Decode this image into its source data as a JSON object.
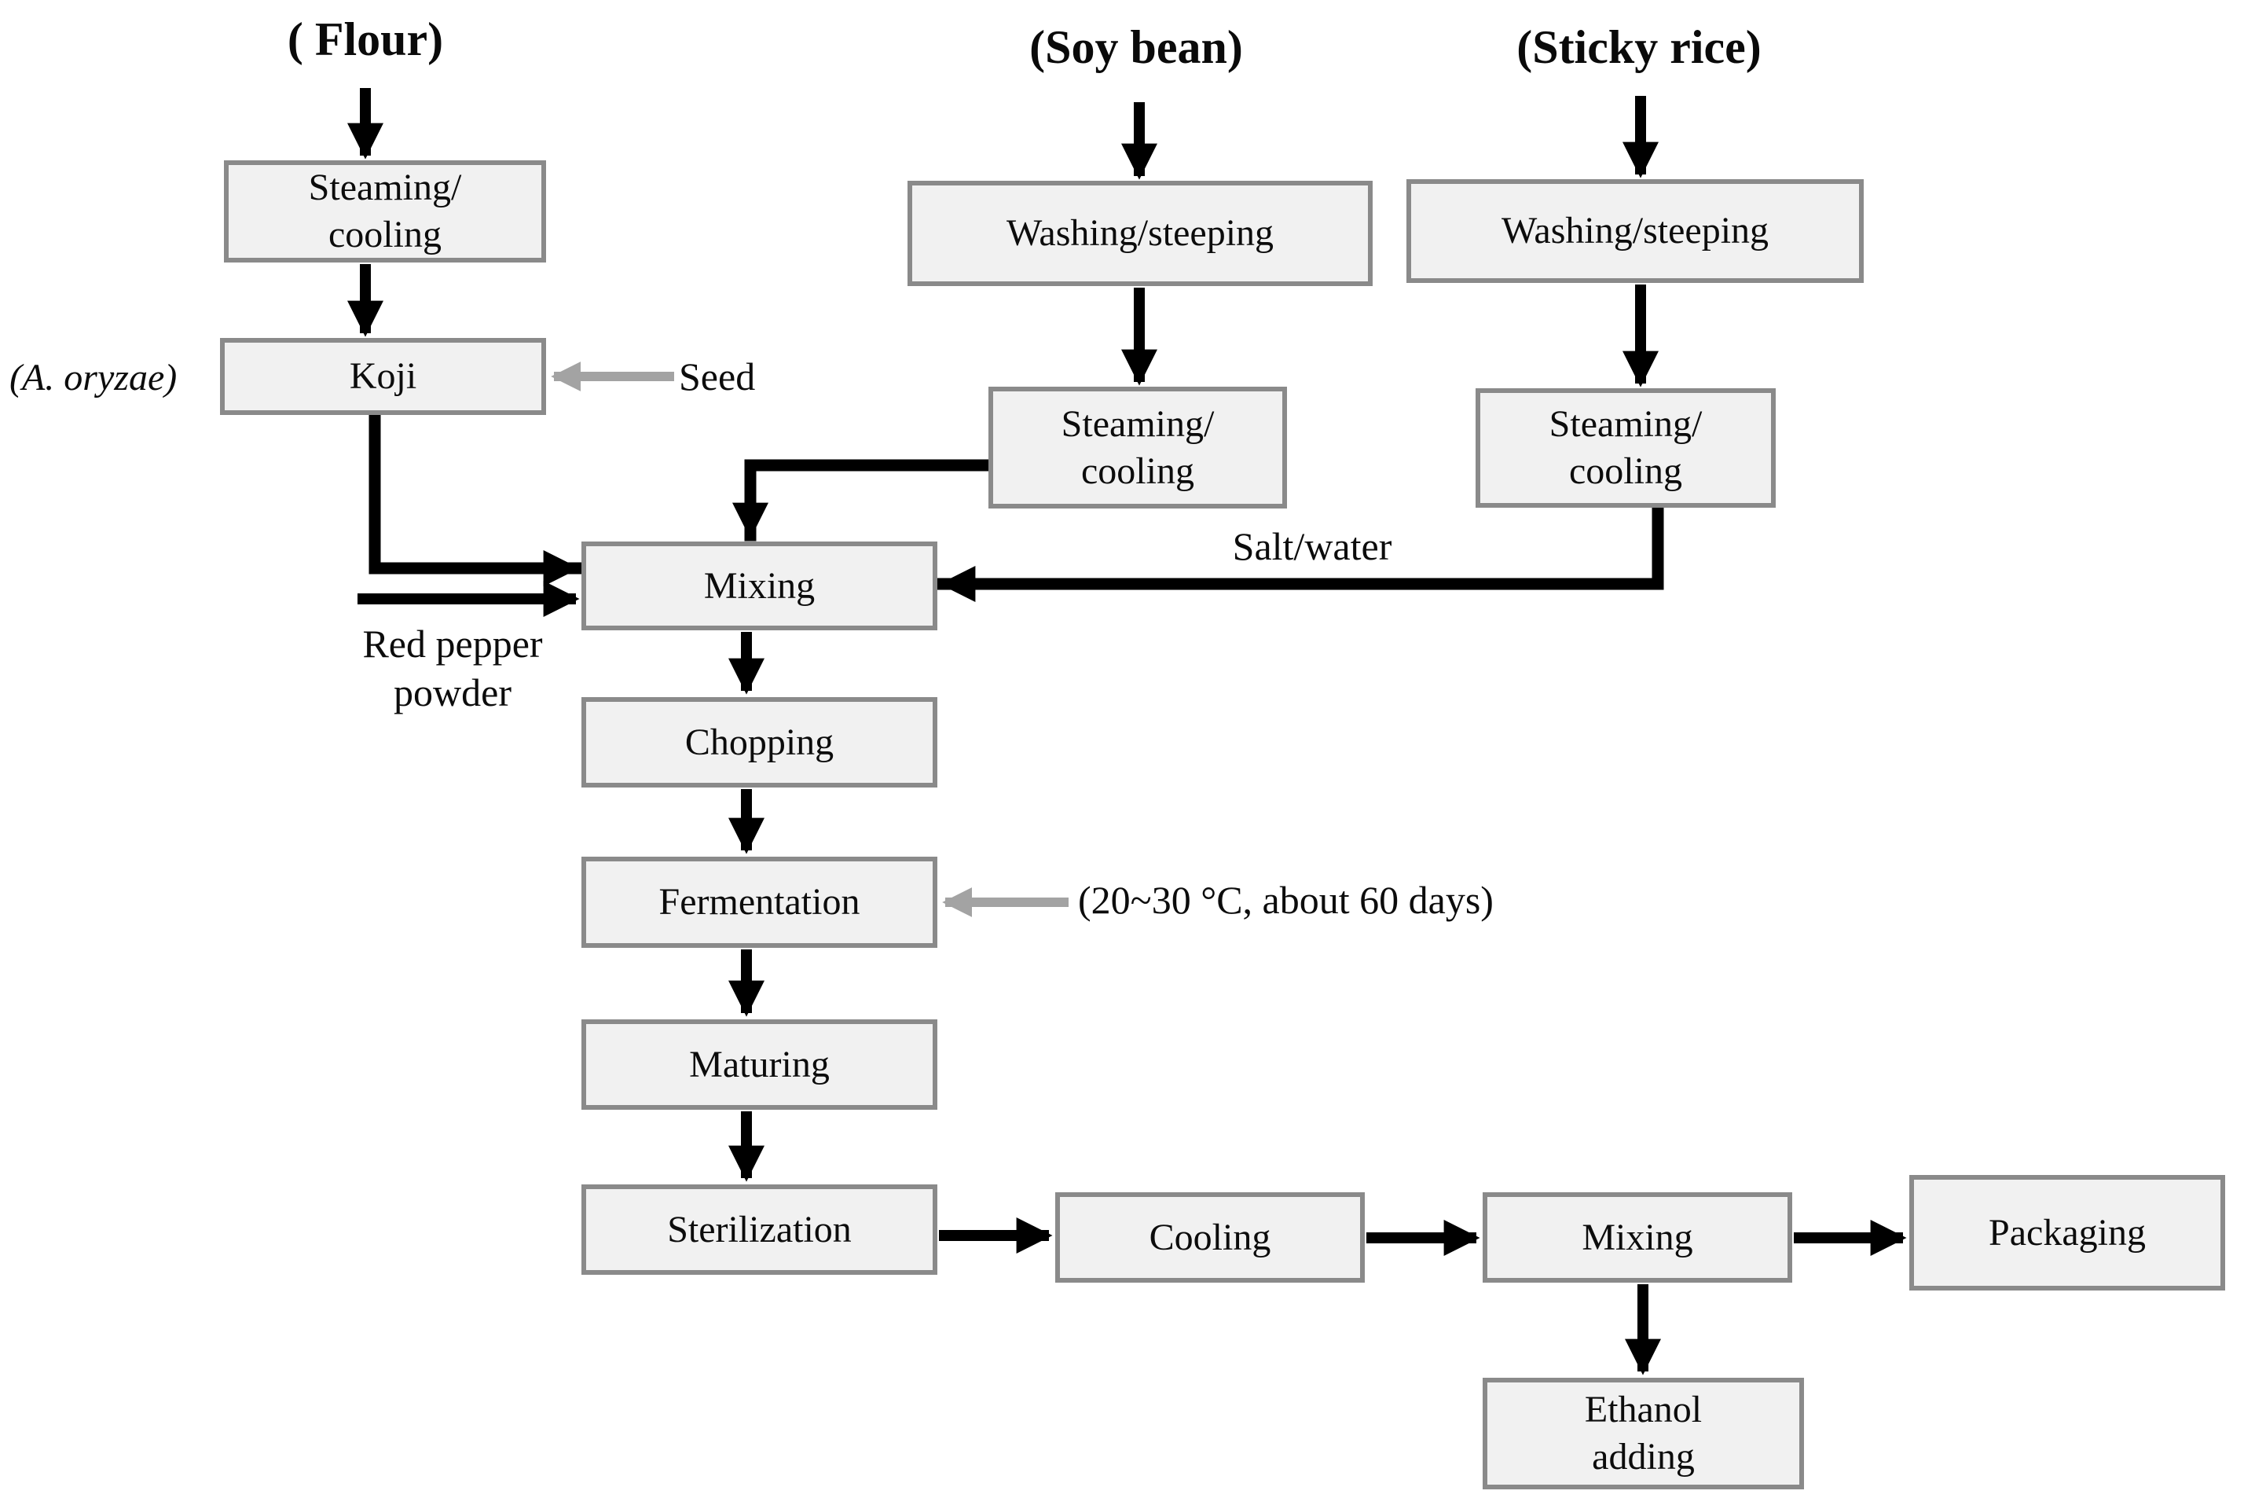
{
  "diagram": {
    "titles": {
      "flour": "( Flour)",
      "soy": "(Soy bean)",
      "rice": "(Sticky rice)"
    },
    "boxes": {
      "steam_flour": "Steaming/\ncooling",
      "koji": "Koji",
      "wash_soy": "Washing/steeping",
      "wash_rice": "Washing/steeping",
      "steam_soy": "Steaming/\ncooling",
      "steam_rice": "Steaming/\ncooling",
      "mixing1": "Mixing",
      "chopping": "Chopping",
      "fermentation": "Fermentation",
      "maturing": "Maturing",
      "sterilization": "Sterilization",
      "cooling": "Cooling",
      "mixing2": "Mixing",
      "packaging": "Packaging",
      "ethanol": "Ethanol\nadding"
    },
    "labels": {
      "a_oryzae": "(A. oryzae)",
      "seed": "Seed",
      "salt_water": "Salt/water",
      "red_pepper": "Red pepper\npowder",
      "fermentation_note": "(20~30 °C, about 60 days)"
    },
    "colors": {
      "box_fill": "#f1f1f1",
      "box_border": "#8a8a8a",
      "arrow_black": "#000000",
      "arrow_gray": "#a3a3a3"
    }
  }
}
